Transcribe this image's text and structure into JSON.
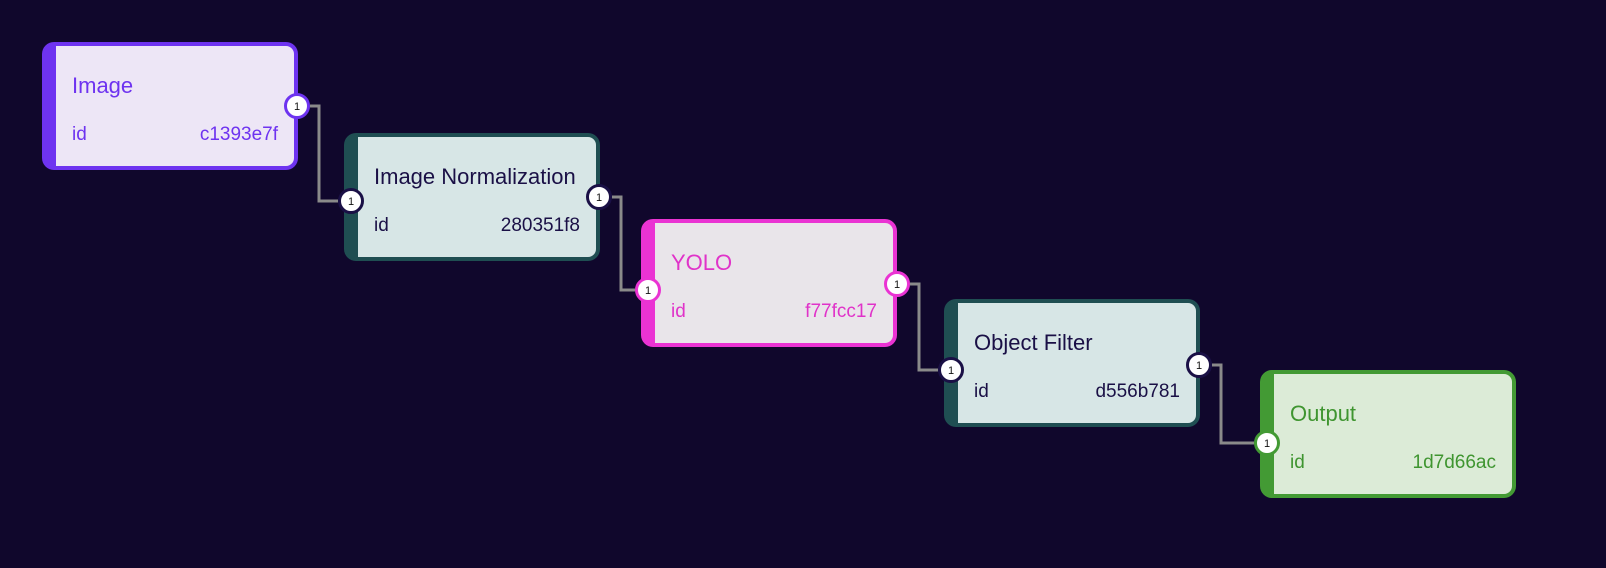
{
  "pipeline": {
    "port_label": "1",
    "edge_color": "#8a8a8a",
    "nodes": [
      {
        "title": "Image",
        "key": "id",
        "value": "c1393e7f",
        "border": "#6e33f0",
        "fill": "#ede6f6",
        "text": "#6e33f0",
        "port_border": "#6e33f0"
      },
      {
        "title": "Image Normalization",
        "key": "id",
        "value": "280351f8",
        "border": "#1f4e52",
        "fill": "#d7e6e6",
        "text": "#1a1046",
        "port_border": "#1a1046"
      },
      {
        "title": "YOLO",
        "key": "id",
        "value": "f77fcc17",
        "border": "#ea33d3",
        "fill": "#e9e5ea",
        "text": "#e033c9",
        "port_border": "#ea33d3"
      },
      {
        "title": "Object Filter",
        "key": "id",
        "value": "d556b781",
        "border": "#1f4e52",
        "fill": "#d7e6e6",
        "text": "#1a1046",
        "port_border": "#1a1046"
      },
      {
        "title": "Output",
        "key": "id",
        "value": "1d7d66ac",
        "border": "#439a34",
        "fill": "#dcebd7",
        "text": "#3f9530",
        "port_border": "#439a34"
      }
    ]
  }
}
